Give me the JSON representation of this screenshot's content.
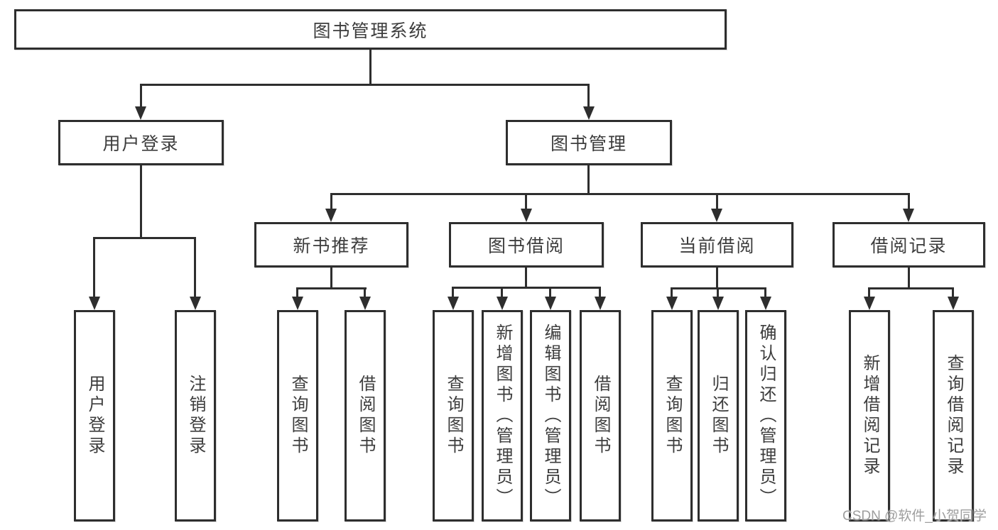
{
  "diagram": {
    "root": {
      "label": "图书管理系统"
    },
    "branches": [
      {
        "label": "用户登录",
        "children": [
          {
            "label": "用户登录"
          },
          {
            "label": "注销登录"
          }
        ]
      },
      {
        "label": "图书管理",
        "groups": [
          {
            "label": "新书推荐",
            "children": [
              {
                "label": "查询图书"
              },
              {
                "label": "借阅图书"
              }
            ]
          },
          {
            "label": "图书借阅",
            "children": [
              {
                "label": "查询图书"
              },
              {
                "label": "新增图书（管理员）"
              },
              {
                "label": "编辑图书（管理员）"
              },
              {
                "label": "借阅图书"
              }
            ]
          },
          {
            "label": "当前借阅",
            "children": [
              {
                "label": "查询图书"
              },
              {
                "label": "归还图书"
              },
              {
                "label": "确认归还（管理员）"
              }
            ]
          },
          {
            "label": "借阅记录",
            "children": [
              {
                "label": "新增借阅记录"
              },
              {
                "label": "查询借阅记录"
              }
            ]
          }
        ]
      }
    ]
  },
  "watermark": {
    "text": "CSDN @软件_小贺同学"
  },
  "colors": {
    "line": "#2e2e2e",
    "box_border": "#2e2e2e",
    "text": "#3d3d3d",
    "watermark": "#9e9e9e",
    "background": "#ffffff"
  }
}
